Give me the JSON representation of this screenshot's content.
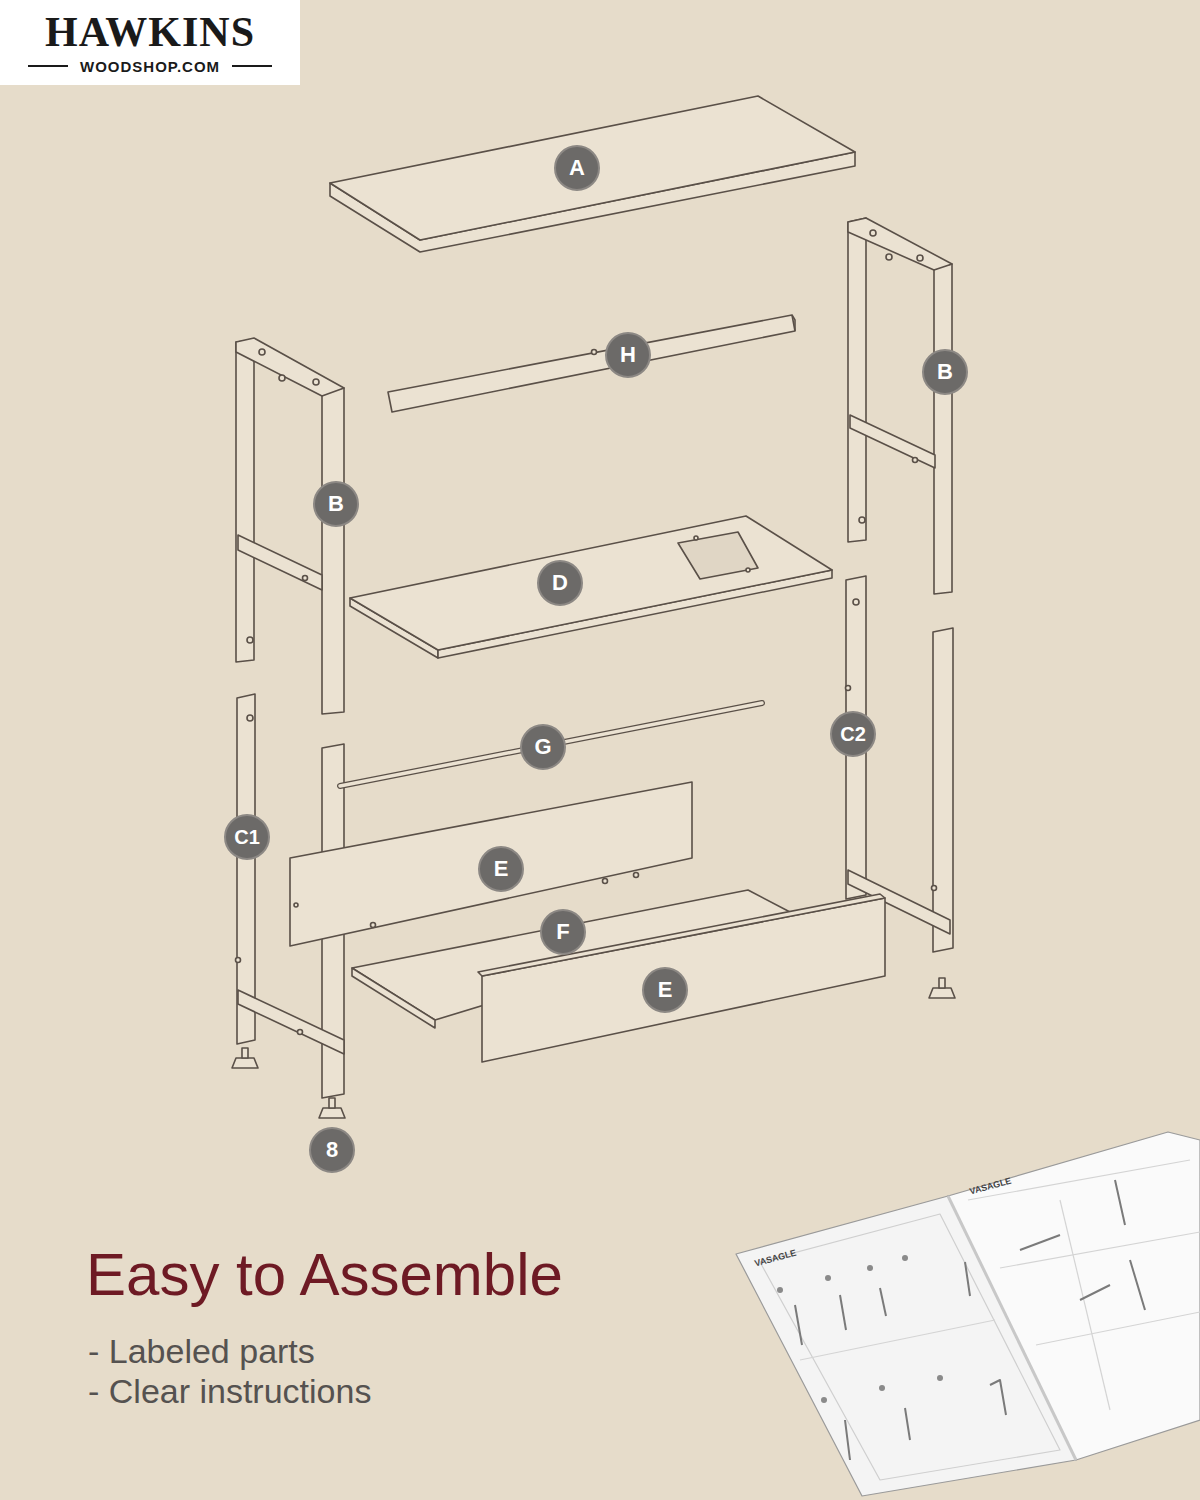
{
  "diagram": {
    "title": "Easy to Assemble",
    "labels": [
      "HAWKINS",
      "WOODSHOP.COM",
      "A",
      "H",
      "B",
      "B",
      "D",
      "G",
      "C2",
      "C1",
      "E",
      "F",
      "E",
      "8",
      "- Labeled parts",
      "- Clear instructions",
      "VASAGLE",
      "VASAGLE"
    ]
  }
}
